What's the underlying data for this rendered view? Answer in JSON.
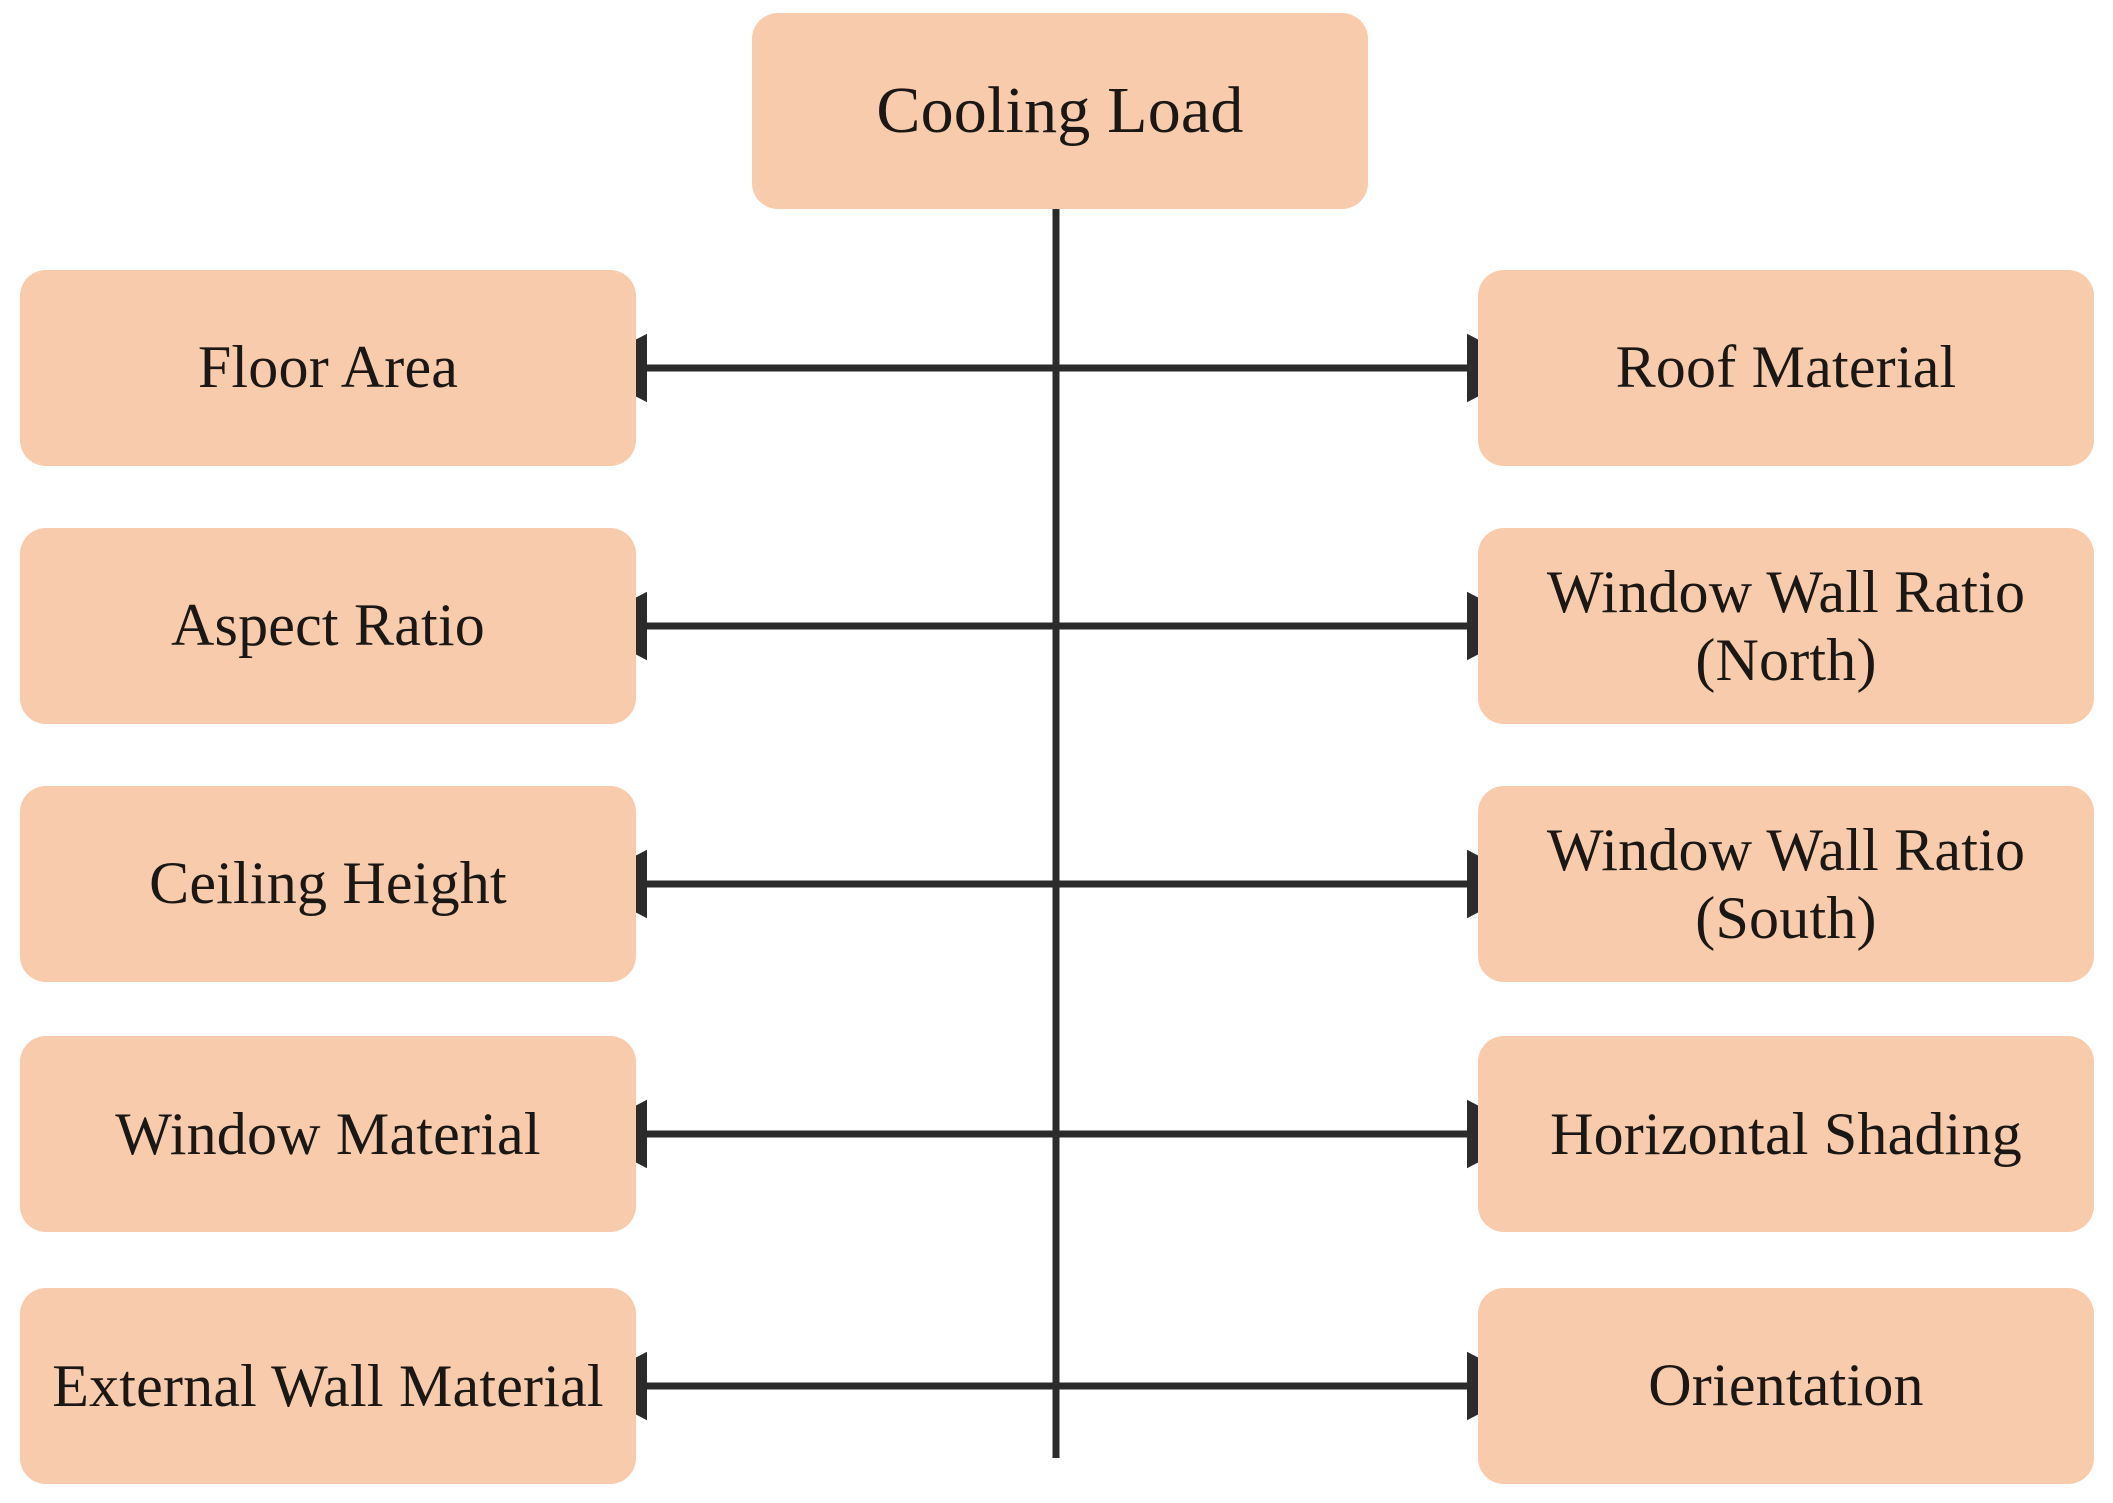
{
  "diagram": {
    "type": "two-sided-influence-diagram",
    "title": "Cooling Load",
    "root": {
      "label": "Cooling Load",
      "color": "#F7CBAB"
    },
    "colors": {
      "node_fill": "#F7CBAB",
      "text": "#1a1715",
      "connector": "#2b2b2b",
      "background": "#FFFFFF"
    },
    "spine": {
      "orientation": "vertical",
      "description": "vertical connector line descending from the Cooling Load box through all five horizontal double-arrow connectors"
    },
    "connector_style": "double-headed-arrow",
    "rows": [
      {
        "index": 1,
        "left": "Floor Area",
        "right": "Roof Material"
      },
      {
        "index": 2,
        "left": "Aspect Ratio",
        "right": "Window Wall Ratio (North)"
      },
      {
        "index": 3,
        "left": "Ceiling Height",
        "right": "Window Wall Ratio (South)"
      },
      {
        "index": 4,
        "left": "Window Material",
        "right": "Horizontal Shading"
      },
      {
        "index": 5,
        "left": "External Wall Material",
        "right": "Orientation"
      }
    ],
    "left_nodes": [
      "Floor Area",
      "Aspect Ratio",
      "Ceiling Height",
      "Window Material",
      "External Wall Material"
    ],
    "right_nodes": [
      "Roof Material",
      "Window Wall Ratio (North)",
      "Window Wall Ratio (South)",
      "Horizontal Shading",
      "Orientation"
    ]
  }
}
